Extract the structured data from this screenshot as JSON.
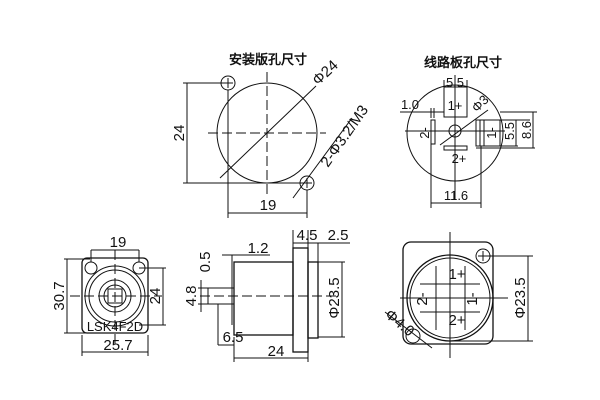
{
  "panel_cutout": {
    "title": "安装版孔尺寸",
    "diameter": "Φ24",
    "holes": "2-Φ3.2/M3",
    "height": "24",
    "width": "19"
  },
  "pcb_layout": {
    "title": "线路板孔尺寸",
    "pad_width": "5.5",
    "gap": "1.0",
    "hole_diameter": "Φ3",
    "pin_1_plus": "1+",
    "pin_1_minus": "1-",
    "pin_2_plus": "2+",
    "pin_2_minus": "2-",
    "pad_height": "5.5",
    "pad_span": "8.6",
    "overall_width": "11.6"
  },
  "front_view": {
    "hole_spacing": "19",
    "height": "30.7",
    "mount_spacing": "24",
    "width": "25.7",
    "model": "LSK4F2D"
  },
  "side_view": {
    "terminal_thickness": "1.2",
    "terminal_offset": "0.5",
    "terminal_width": "4.8",
    "terminal_length": "6.5",
    "body_length": "24",
    "flange_thickness": "4.5",
    "rear_thickness": "2.5",
    "diameter": "Φ23.5"
  },
  "rear_view": {
    "pin_1_plus": "1+",
    "pin_1_minus": "1-",
    "pin_2_plus": "2+",
    "pin_2_minus": "2-",
    "hole_diameter": "Φ4.0",
    "diameter": "Φ23.5"
  }
}
